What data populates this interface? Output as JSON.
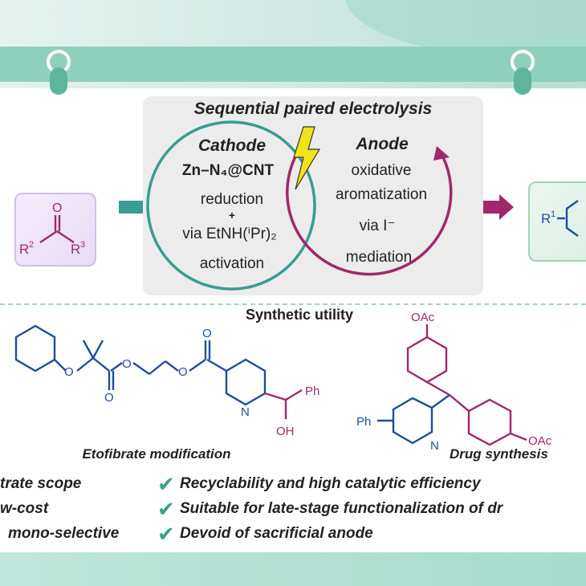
{
  "central": {
    "title": "Sequential paired electrolysis",
    "cathode": {
      "heading": "Cathode",
      "catalyst": "Zn–N₄@CNT",
      "line1": "reduction",
      "plus": "+",
      "line2": "via EtNH(ⁱPr)₂",
      "line3": "activation"
    },
    "anode": {
      "heading": "Anode",
      "line1": "oxidative",
      "line2": "aromatization",
      "line3": "via I⁻",
      "line4": "mediation"
    }
  },
  "reactant": {
    "atom_o": "O",
    "r2": "R",
    "r2_sup": "2",
    "r3": "R",
    "r3_sup": "3"
  },
  "product": {
    "r1": "R",
    "r1_sup": "1"
  },
  "utility": {
    "heading": "Synthetic utility",
    "etofibrate_label": "Etofibrate modification",
    "drug_label": "Drug synthesis",
    "atoms": {
      "o": "O",
      "n": "N",
      "ph": "Ph",
      "oh": "OH",
      "oac": "OAc"
    }
  },
  "features": {
    "left": [
      "trate scope",
      "w-cost",
      "mono-selective"
    ],
    "right": [
      "Recyclability  and high catalytic efficiency",
      "Suitable for late-stage functionalization of dr",
      "Devoid of sacrificial anode"
    ]
  },
  "colors": {
    "cathode_circle": "#3a9c92",
    "anode_circle": "#a0286a",
    "blue_structure": "#1f4e9c",
    "magenta_structure": "#a0286a",
    "check": "#3aa08a"
  }
}
